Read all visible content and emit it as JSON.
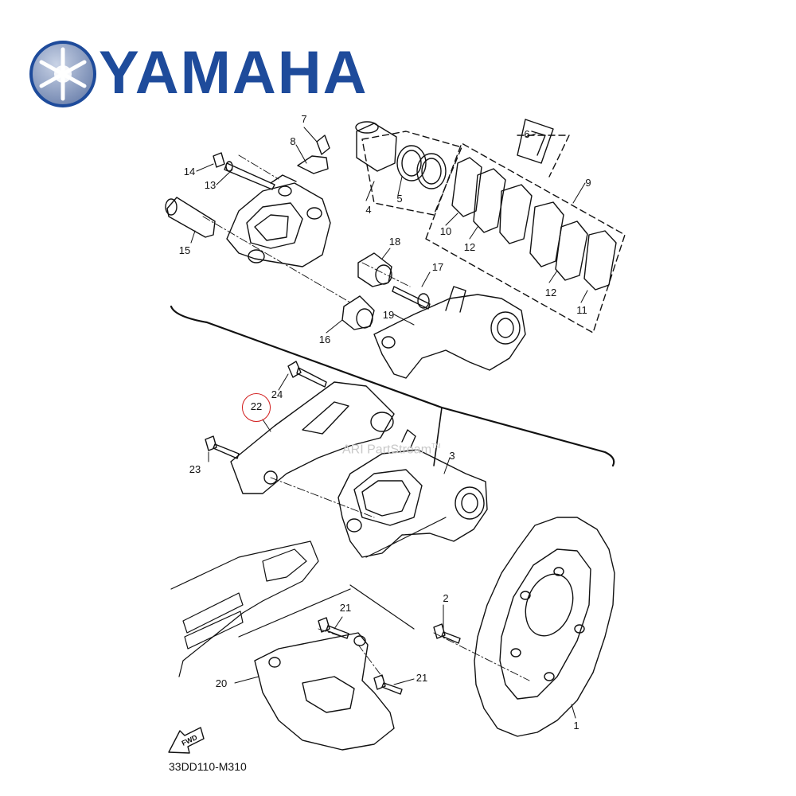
{
  "brand": {
    "name": "YAMAHA",
    "color": "#1e4b9b",
    "emblem": "tuning-fork-emblem"
  },
  "watermark": {
    "text": "ARI PartStream",
    "mark": "TM"
  },
  "diagram_code": "33DD110-M310",
  "fwd_label": "FWD",
  "highlight_color": "#d21e1e",
  "callouts": {
    "c1": "1",
    "c2": "2",
    "c3": "3",
    "c4": "4",
    "c5": "5",
    "c6": "6",
    "c7": "7",
    "c8": "8",
    "c9": "9",
    "c10": "10",
    "c11": "11",
    "c12a": "12",
    "c12b": "12",
    "c13": "13",
    "c14": "14",
    "c15": "15",
    "c16": "16",
    "c17": "17",
    "c18": "18",
    "c19": "19",
    "c20": "20",
    "c21a": "21",
    "c21b": "21",
    "c22": "22",
    "c23": "23",
    "c24": "24"
  }
}
